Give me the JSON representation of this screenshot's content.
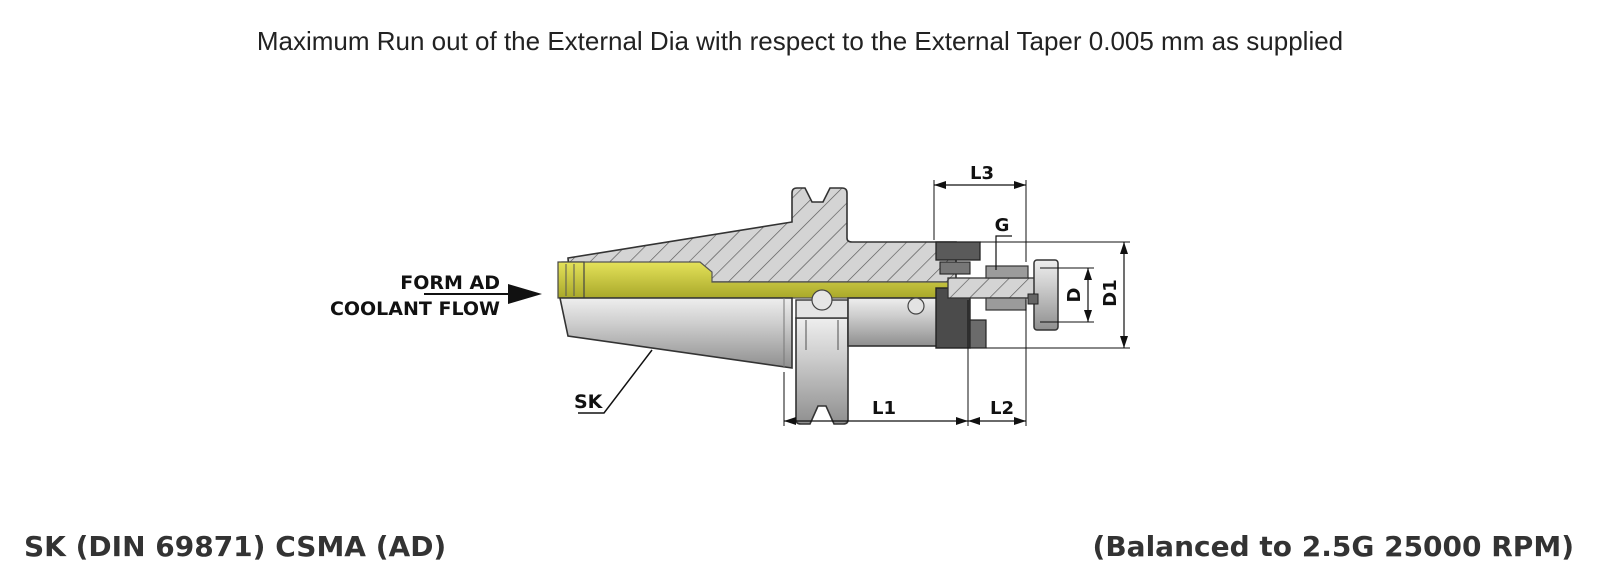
{
  "header": {
    "note": "Maximum Run out of the External Dia with respect to the External Taper 0.005 mm as supplied"
  },
  "diagram": {
    "labels": {
      "coolant_line1": "FORM AD",
      "coolant_line2": "COOLANT FLOW",
      "sk": "SK",
      "l1": "L1",
      "l2": "L2",
      "l3": "L3",
      "g": "G",
      "d": "D",
      "d1": "D1"
    },
    "colors": {
      "coolant_channel": "#c8c63a",
      "body_steel": "#c9c9c9",
      "dark_nut": "#555555",
      "hatch_fill": "#cfcfcf"
    }
  },
  "footer": {
    "left": "SK (DIN 69871) CSMA (AD)",
    "right": "(Balanced to 2.5G 25000 RPM)"
  }
}
